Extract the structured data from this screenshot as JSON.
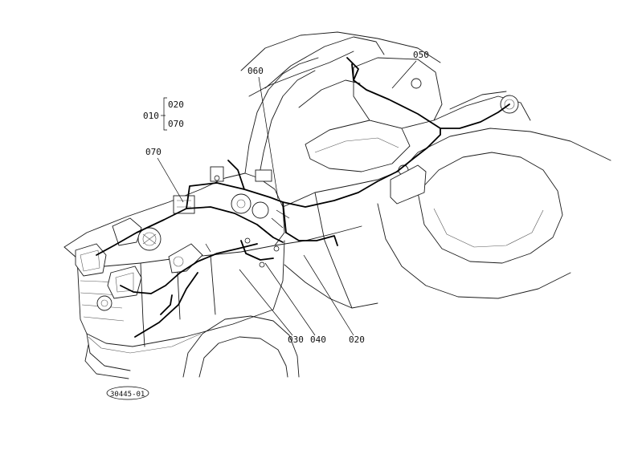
{
  "diagram": {
    "callouts": {
      "c010": "010",
      "c020a": "020",
      "c070a": "070",
      "c070b": "070",
      "c060": "060",
      "c050": "050",
      "c030": "030",
      "c040": "040",
      "c020b": "020"
    },
    "figure_code": "30445-01"
  },
  "colors": {
    "line": "#1a1a1a",
    "background": "#ffffff"
  }
}
